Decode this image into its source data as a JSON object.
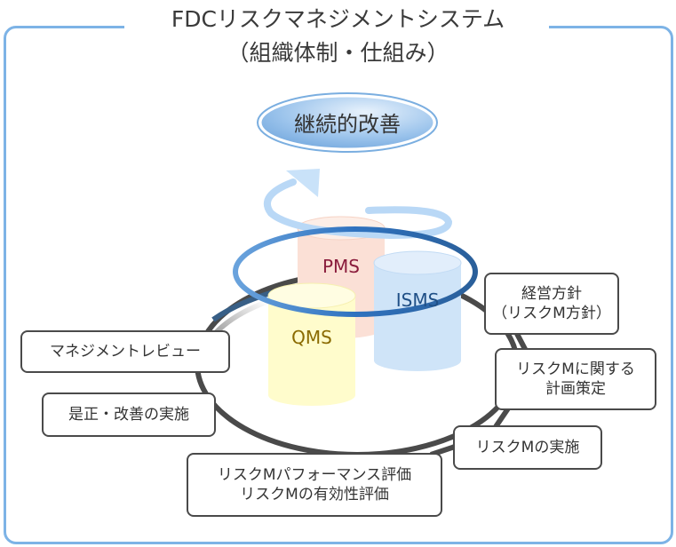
{
  "title": {
    "line1": "FDCリスクマネジメントシステム",
    "line2": "（組織体制・仕組み）"
  },
  "center_badge": "継続的改善",
  "systems": [
    {
      "label": "PMS",
      "fill": "#fbe0d6",
      "text_color": "#8a1c3c"
    },
    {
      "label": "ISMS",
      "fill": "#cfe4f8",
      "text_color": "#1f4f86"
    },
    {
      "label": "QMS",
      "fill": "#fffccc",
      "text_color": "#8a6a00"
    }
  ],
  "cycle_steps": [
    {
      "lines": [
        "経営方針",
        "（リスクM方針）"
      ]
    },
    {
      "lines": [
        "リスクMに関する",
        "計画策定"
      ]
    },
    {
      "lines": [
        "リスクMの実施"
      ]
    },
    {
      "lines": [
        "リスクMパフォーマンス評価",
        "リスクMの有効性評価"
      ]
    },
    {
      "lines": [
        "是正・改善の実施"
      ]
    },
    {
      "lines": [
        "マネジメントレビュー"
      ]
    }
  ],
  "colors": {
    "frame": "#7db3e6",
    "ring_dark": "#4a4a4a",
    "ring_blue": "#3a78be",
    "arrow_light": "#b9d8f6"
  }
}
